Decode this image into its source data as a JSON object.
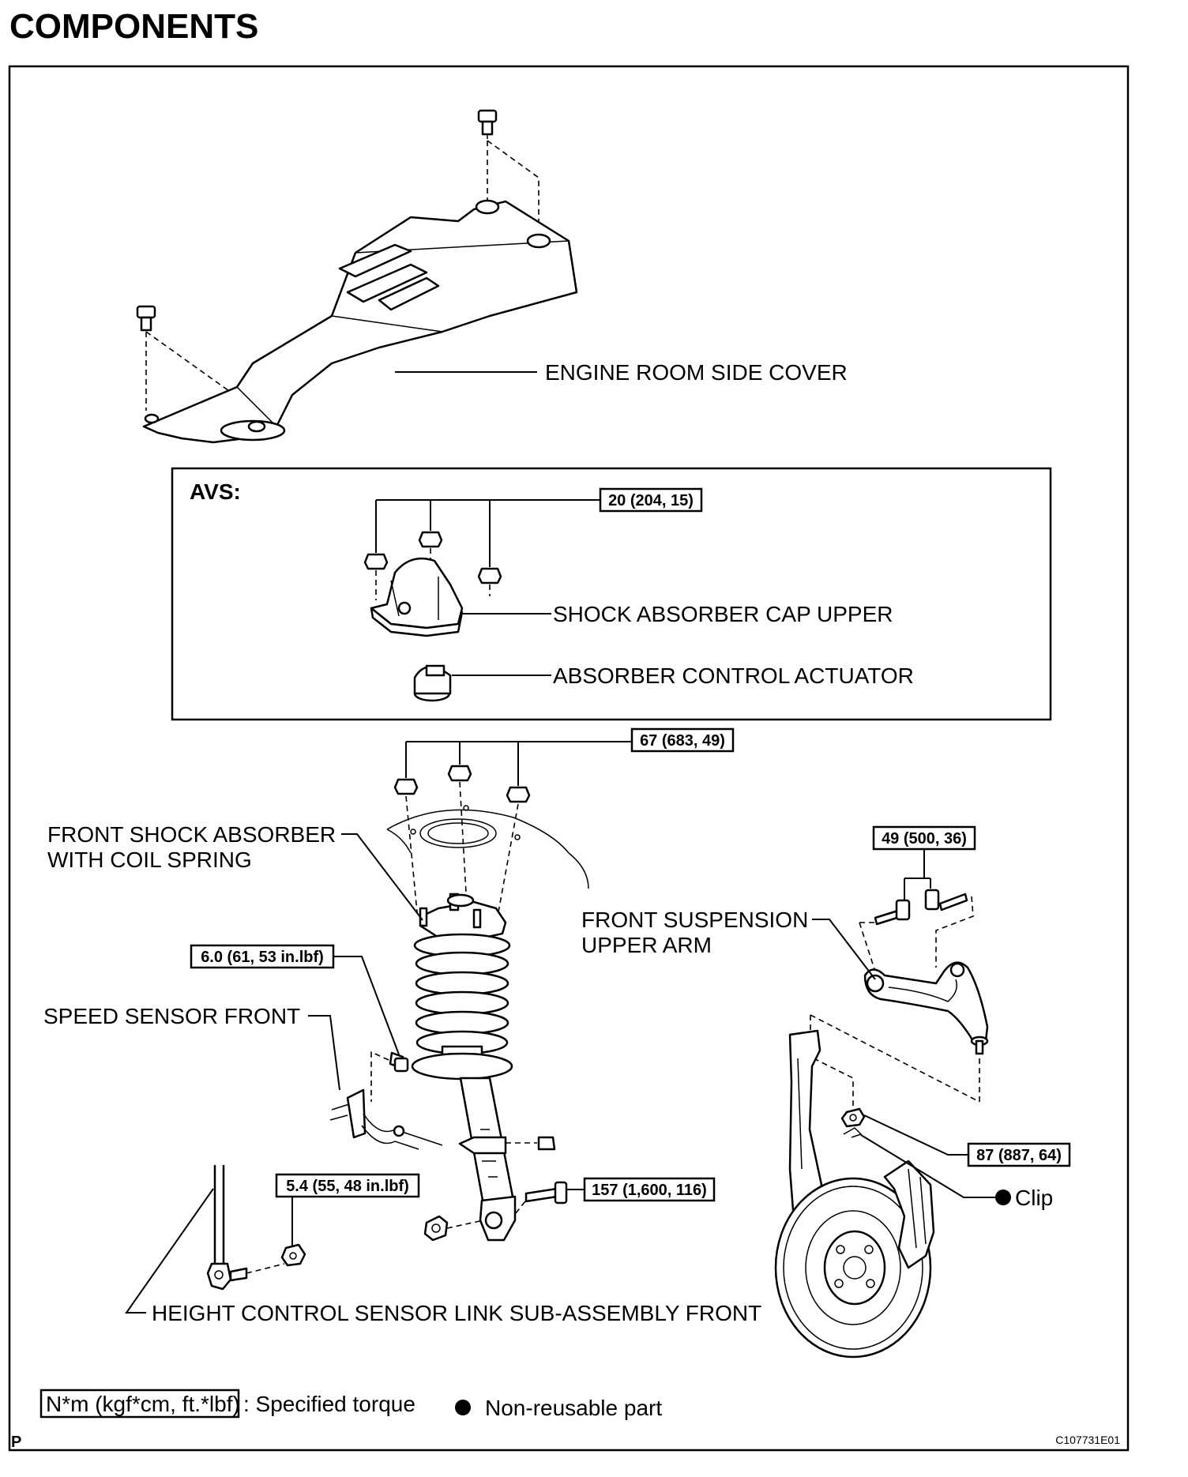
{
  "title": "COMPONENTS",
  "avs_label": "AVS:",
  "labels": {
    "engine_room_side_cover": "ENGINE ROOM SIDE COVER",
    "shock_absorber_cap_upper": "SHOCK ABSORBER CAP UPPER",
    "absorber_control_actuator": "ABSORBER CONTROL ACTUATOR",
    "front_shock_absorber_line1": "FRONT SHOCK ABSORBER",
    "front_shock_absorber_line2": "WITH COIL SPRING",
    "front_suspension_upper_arm_line1": "FRONT SUSPENSION",
    "front_suspension_upper_arm_line2": "UPPER ARM",
    "speed_sensor_front": "SPEED SENSOR FRONT",
    "height_control_sensor_link": "HEIGHT CONTROL SENSOR LINK SUB-ASSEMBLY FRONT",
    "clip": "Clip"
  },
  "torques": {
    "cap_nuts": "20 (204, 15)",
    "upper_mount_nuts": "67 (683, 49)",
    "upper_arm_bolts": "49 (500, 36)",
    "speed_sensor_bolt": "6.0 (61, 53 in.lbf)",
    "ball_joint_nut": "87 (887, 64)",
    "lower_bolt": "157 (1,600, 116)",
    "link_nut": "5.4 (55, 48 in.lbf)"
  },
  "legend": {
    "torque_unit": "N*m (kgf*cm, ft.*lbf)",
    "torque_desc": ": Specified torque",
    "non_reusable": "Non-reusable part"
  },
  "footer": {
    "left_mark": "P",
    "figure_code": "C107731E01"
  }
}
